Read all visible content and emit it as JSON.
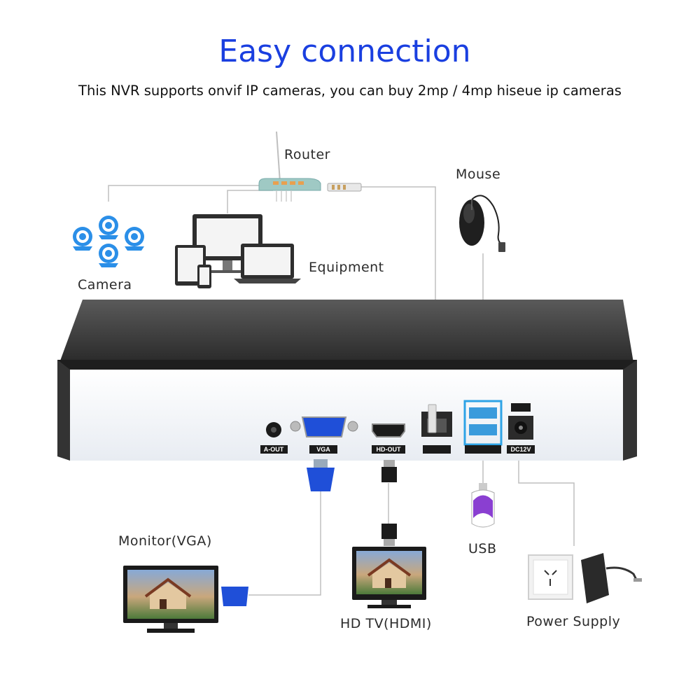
{
  "header": {
    "title": "Easy connection",
    "subtitle": "This NVR supports onvif IP cameras, you can buy 2mp / 4mp hiseue ip cameras"
  },
  "devices": {
    "router": "Router",
    "mouse": "Mouse",
    "camera": "Camera",
    "equipment": "Equipment",
    "monitor": "Monitor(VGA)",
    "usb": "USB",
    "hdtv": "HD TV(HDMI)",
    "power": "Power Supply"
  },
  "ports": {
    "aout": "A-OUT",
    "vga": "VGA",
    "hdout": "HD-OUT",
    "dc": "DC12V"
  },
  "colors": {
    "title": "#1a3fe0",
    "usb_highlight": "#2ea3e6",
    "camera_blue": "#2b8fe8",
    "vga_blue": "#1f4fd8"
  },
  "icons": [
    "router-icon",
    "camera-icon",
    "laptop-icon",
    "mouse-icon",
    "usb-drive-icon",
    "power-socket-icon",
    "power-adapter-icon",
    "monitor-icon",
    "tv-icon"
  ]
}
